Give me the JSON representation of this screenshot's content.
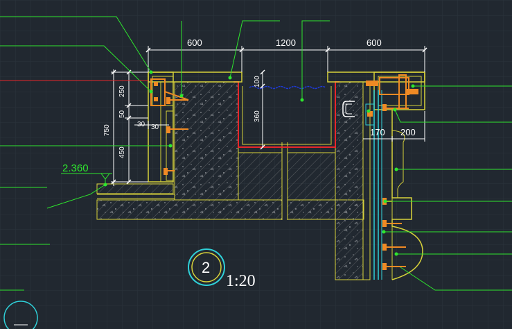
{
  "drawing": {
    "top_dims": [
      "600",
      "1200",
      "600"
    ],
    "left_dims": {
      "total": "750",
      "upper": "250",
      "middle": "50",
      "lower": "450"
    },
    "small_dims": [
      "30",
      "30"
    ],
    "inner_dims": [
      "100",
      "360"
    ],
    "right_dims": [
      "170",
      "200"
    ],
    "elevation": "2.360",
    "detail_number": "2",
    "scale": "1:20"
  },
  "colors": {
    "background": "#212830",
    "grid": "#2b333c",
    "wall": "#d8d23a",
    "leader": "#2ee62e",
    "metal": "#f08a24",
    "waterproof": "#e8262a",
    "water": "#1f3ad8",
    "dim": "#ffffff",
    "glass": "#2fd0d8"
  }
}
